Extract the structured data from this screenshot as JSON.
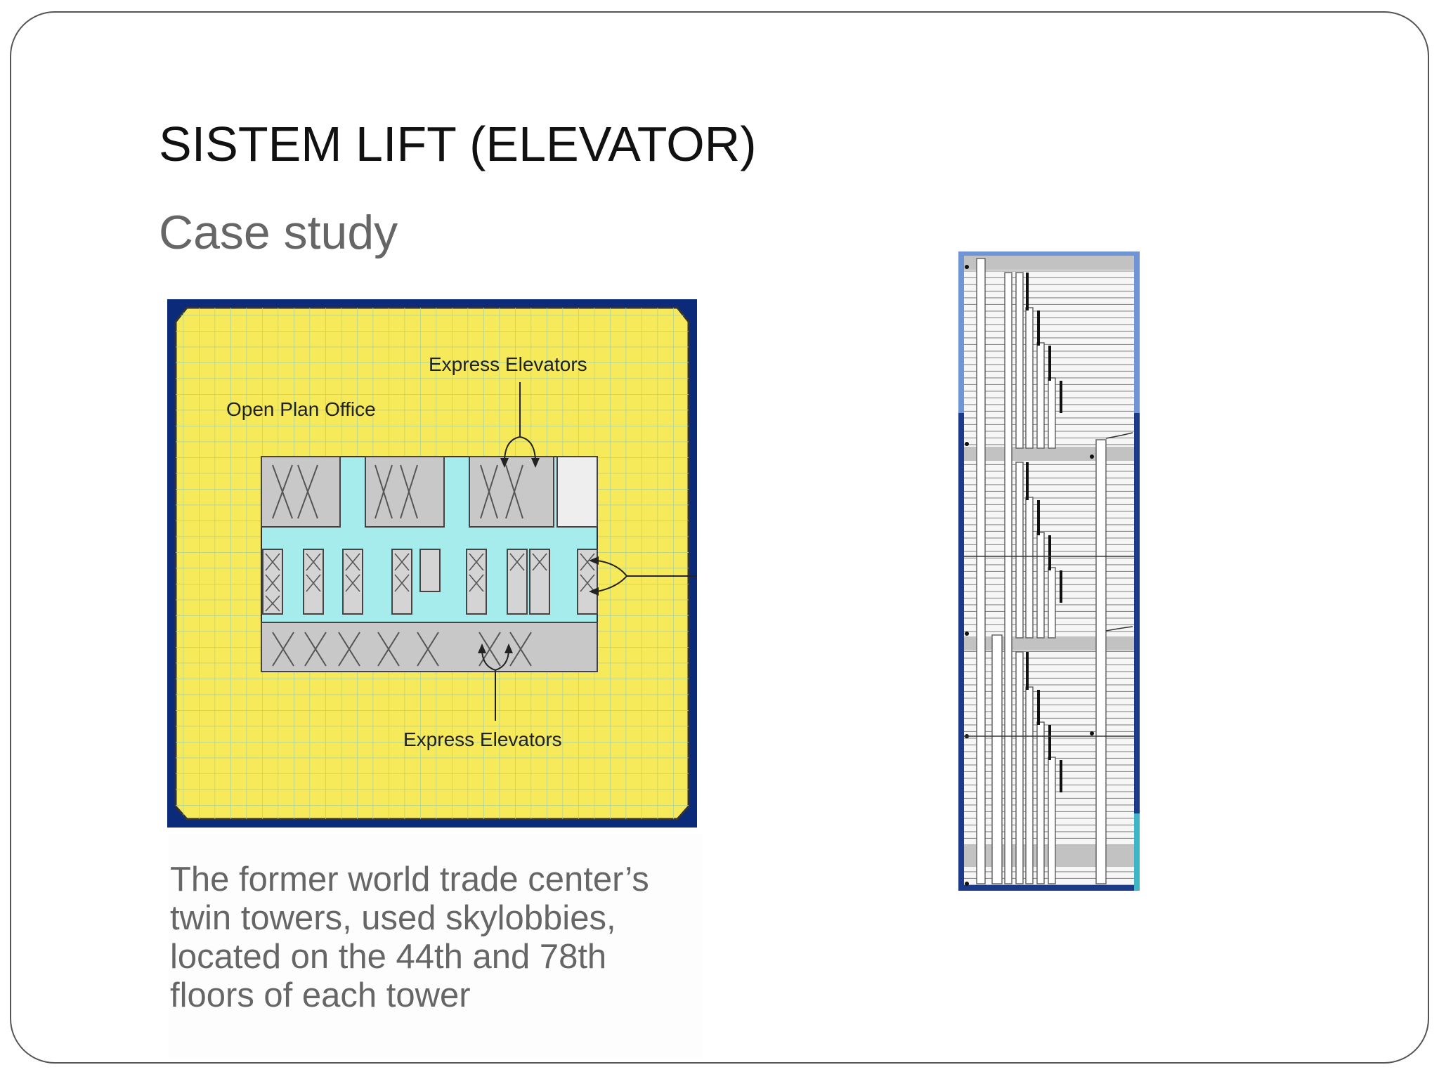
{
  "slide": {
    "title": "SISTEM LIFT (ELEVATOR)",
    "subtitle": "Case study",
    "caption_lines": [
      "The former world trade center’s",
      "twin towers, used skylobbies,",
      "located on the 44th and 78th",
      "floors of each tower"
    ]
  },
  "floor_plan": {
    "label_open_plan": "Open Plan Office",
    "label_express_top": "Express Elevators",
    "label_express_bottom": "Express Elevators"
  },
  "colors": {
    "plan_border": "#0c2a7a",
    "plan_fill": "#f6e95a",
    "corridor": "#a6ecec",
    "elevator_gray": "#bdbdbd"
  }
}
